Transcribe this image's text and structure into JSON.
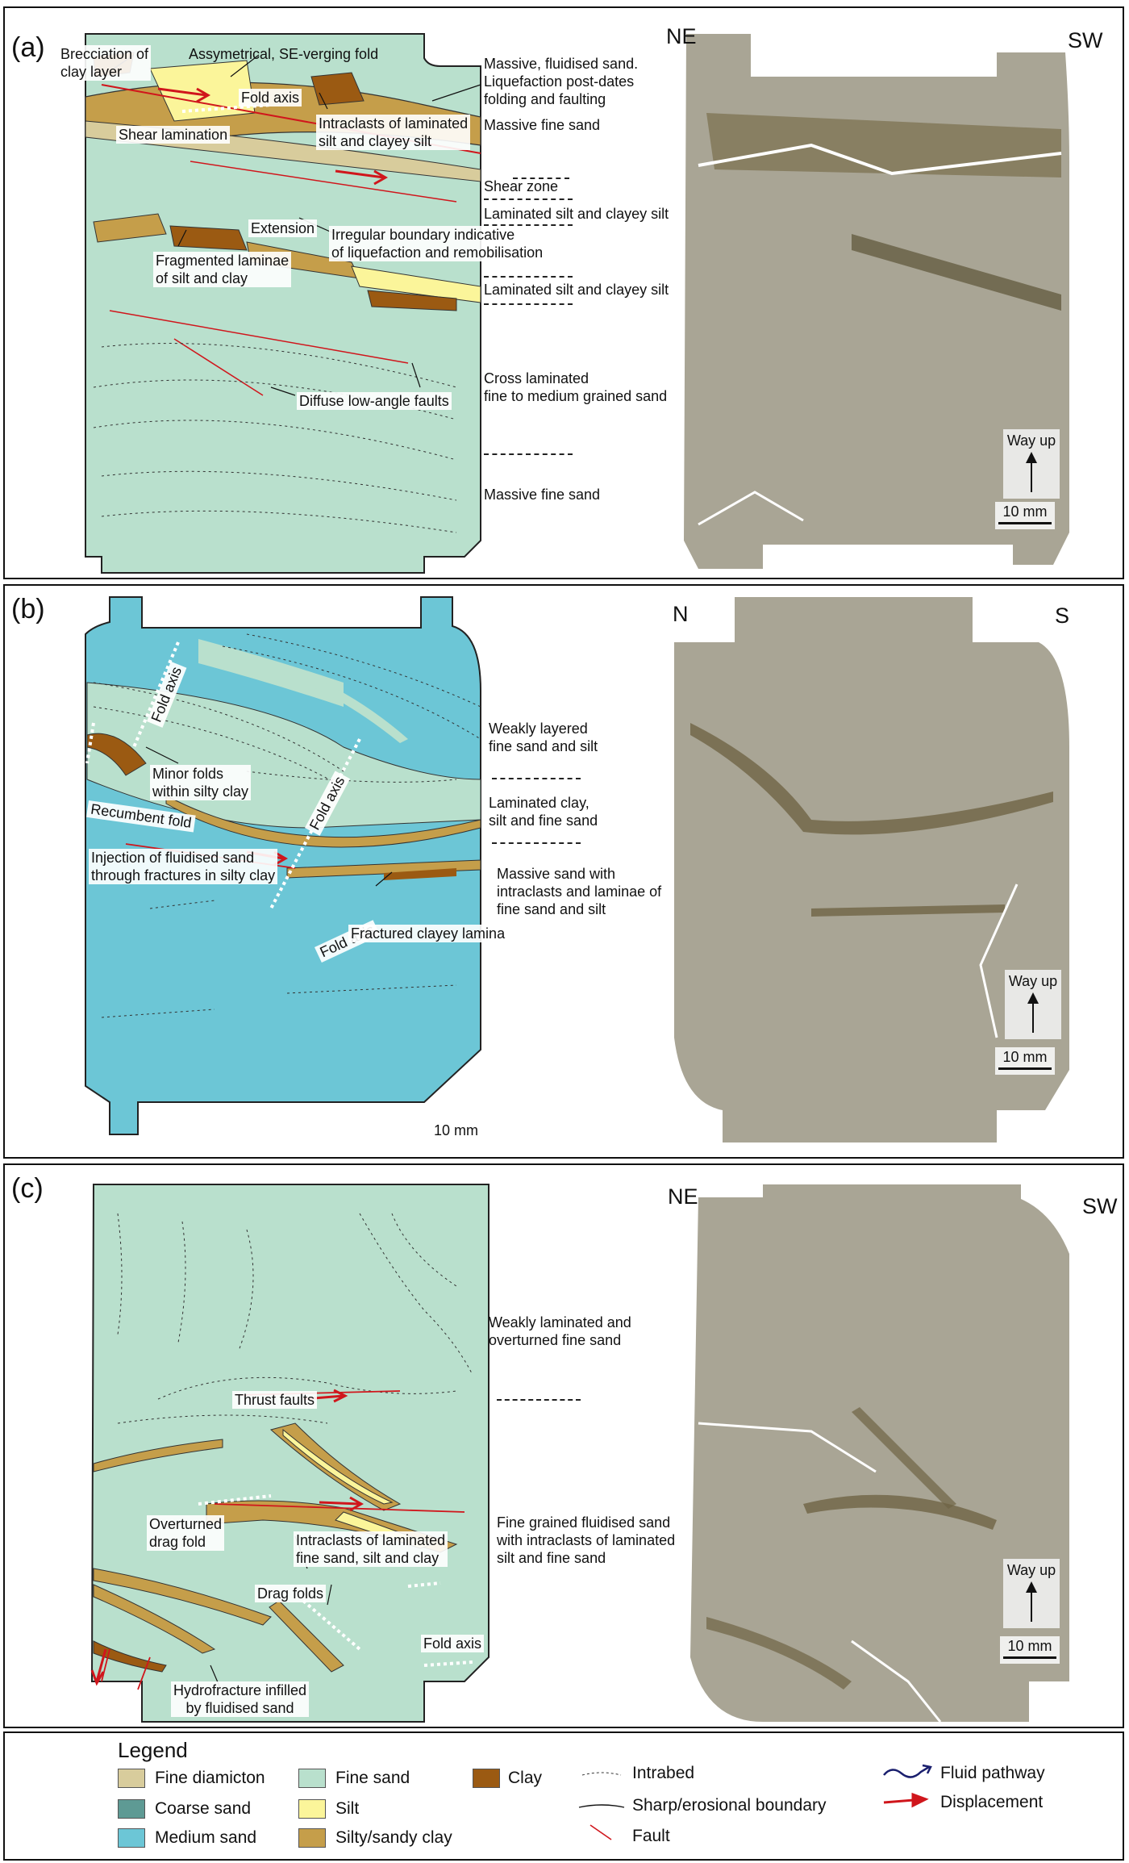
{
  "panels": {
    "a": {
      "label": "(a)",
      "dir_left": "NE",
      "dir_right": "SW",
      "labels": {
        "brecciation": "Brecciation of\nclay layer",
        "asym_fold": "Assymetrical, SE-verging fold",
        "fold_axis": "Fold axis",
        "massive_fluidised": "Massive, fluidised sand.\nLiquefaction post-dates\nfolding and faulting",
        "intraclasts": "Intraclasts of laminated\nsilt and clayey silt",
        "massive_fine_sand_1": "Massive fine sand",
        "shear_lamination": "Shear lamination",
        "shear_zone": "Shear zone",
        "laminated_1": "Laminated silt and clayey silt",
        "extension": "Extension",
        "irregular": "Irregular boundary indicative\nof liquefaction and remobilisation",
        "fragmented": "Fragmented laminae\nof silt and clay",
        "laminated_2": "Laminated silt and clayey silt",
        "cross_laminated": "Cross laminated\nfine to medium grained sand",
        "diffuse": "Diffuse low-angle faults",
        "massive_fine_sand_2": "Massive fine sand",
        "way_up": "Way up",
        "scale": "10 mm"
      }
    },
    "b": {
      "label": "(b)",
      "dir_left": "N",
      "dir_right": "S",
      "labels": {
        "fold_axis_1": "Fold axis",
        "fold_axis_2": "Fold axis",
        "fold_axis_3": "Fold axis",
        "weakly_layered": "Weakly layered\nfine sand and silt",
        "minor_folds": "Minor folds\nwithin silty clay",
        "laminated_clay": "Laminated clay,\nsilt and fine sand",
        "recumbent": "Recumbent fold",
        "injection": "Injection of fluidised sand\nthrough fractures in silty clay",
        "massive_sand": "Massive sand with\nintraclasts and laminae of\nfine sand and silt",
        "fractured": "Fractured clayey lamina",
        "scale_bottom": "10 mm",
        "way_up": "Way up",
        "scale": "10 mm"
      }
    },
    "c": {
      "label": "(c)",
      "dir_left": "NE",
      "dir_right": "SW",
      "labels": {
        "weakly_laminated": "Weakly laminated and\noverturned fine sand",
        "thrust": "Thrust faults",
        "overturned": "Overturned\ndrag fold",
        "intraclasts": "Intraclasts of laminated\nfine sand, silt and clay",
        "fine_grained": "Fine grained fluidised sand\nwith intraclasts of laminated\nsilt and fine sand",
        "drag_folds": "Drag folds",
        "fold_axis": "Fold axis",
        "hydrofracture": "Hydrofracture infilled\nby fluidised sand",
        "way_up": "Way up",
        "scale": "10 mm"
      }
    }
  },
  "legend": {
    "title": "Legend",
    "items": [
      {
        "label": "Fine diamicton",
        "color": "#d8cc9c"
      },
      {
        "label": "Coarse sand",
        "color": "#5e9a94"
      },
      {
        "label": "Medium sand",
        "color": "#6cc6d6"
      },
      {
        "label": "Fine sand",
        "color": "#b9e0cd"
      },
      {
        "label": "Silt",
        "color": "#fbf59a"
      },
      {
        "label": "Silty/sandy clay",
        "color": "#c59e4a"
      },
      {
        "label": "Clay",
        "color": "#9b5a12"
      }
    ],
    "lines": [
      {
        "label": "Intrabed"
      },
      {
        "label": "Sharp/erosional boundary"
      },
      {
        "label": "Fault"
      },
      {
        "label": "Fluid pathway"
      },
      {
        "label": "Displacement"
      }
    ]
  },
  "colors": {
    "fine_sand": "#b9e0cd",
    "medium_sand": "#6cc6d6",
    "silty_clay": "#c59e4a",
    "clay": "#9b5a12",
    "silt": "#fbf59a",
    "fault": "#d0161c",
    "fluid": "#1a1f6e",
    "photo": "#a9a595"
  }
}
